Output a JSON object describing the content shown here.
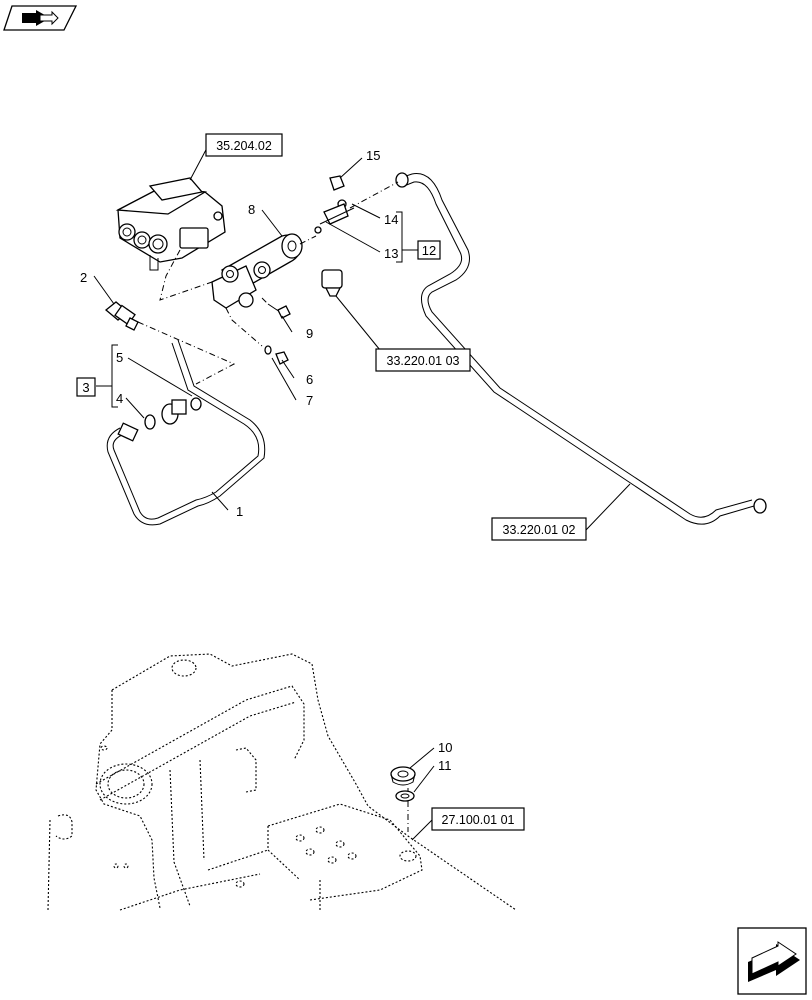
{
  "references": {
    "top_block": "35.204.02",
    "sensor_ref": "33.220.01 03",
    "pipe_ref": "33.220.01 02",
    "frame_ref": "27.100.01 01"
  },
  "callouts": {
    "c1": "1",
    "c2": "2",
    "c3": "3",
    "c4": "4",
    "c5": "5",
    "c6": "6",
    "c7": "7",
    "c8": "8",
    "c9": "9",
    "c10": "10",
    "c11": "11",
    "c12": "12",
    "c13": "13",
    "c14": "14",
    "c15": "15"
  },
  "icons": {
    "top_left": "previous-page-arrow-icon",
    "bottom_right": "next-page-arrow-icon"
  }
}
